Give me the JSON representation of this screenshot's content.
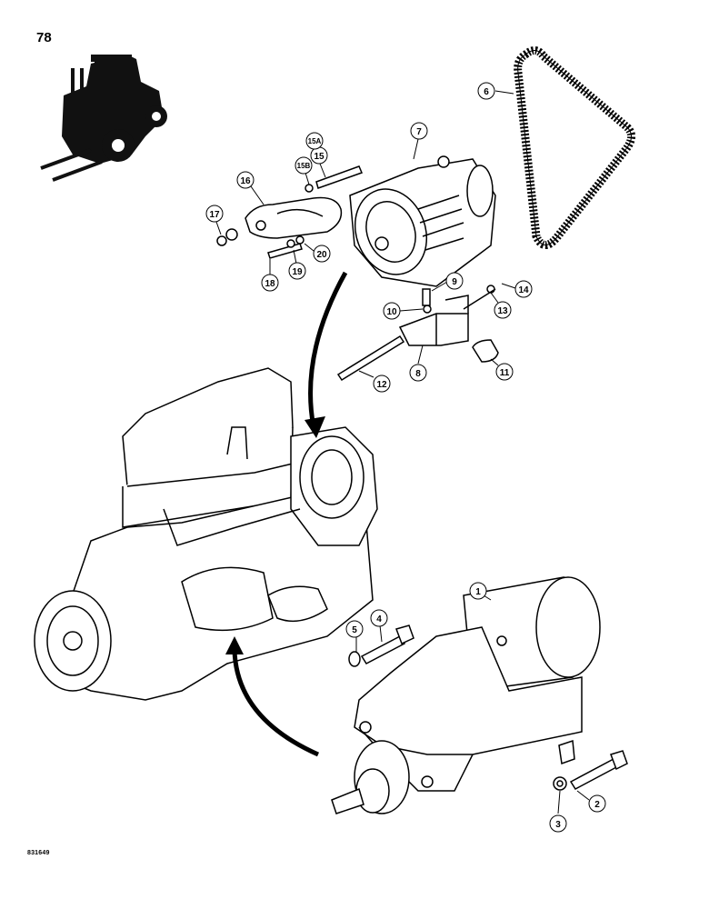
{
  "page_number": "78",
  "drawing_id": "831649",
  "callouts": [
    "1",
    "2",
    "3",
    "4",
    "5",
    "6",
    "7",
    "8",
    "9",
    "10",
    "11",
    "12",
    "13",
    "14",
    "15",
    "15A",
    "15B",
    "16",
    "17",
    "18",
    "19",
    "20"
  ]
}
